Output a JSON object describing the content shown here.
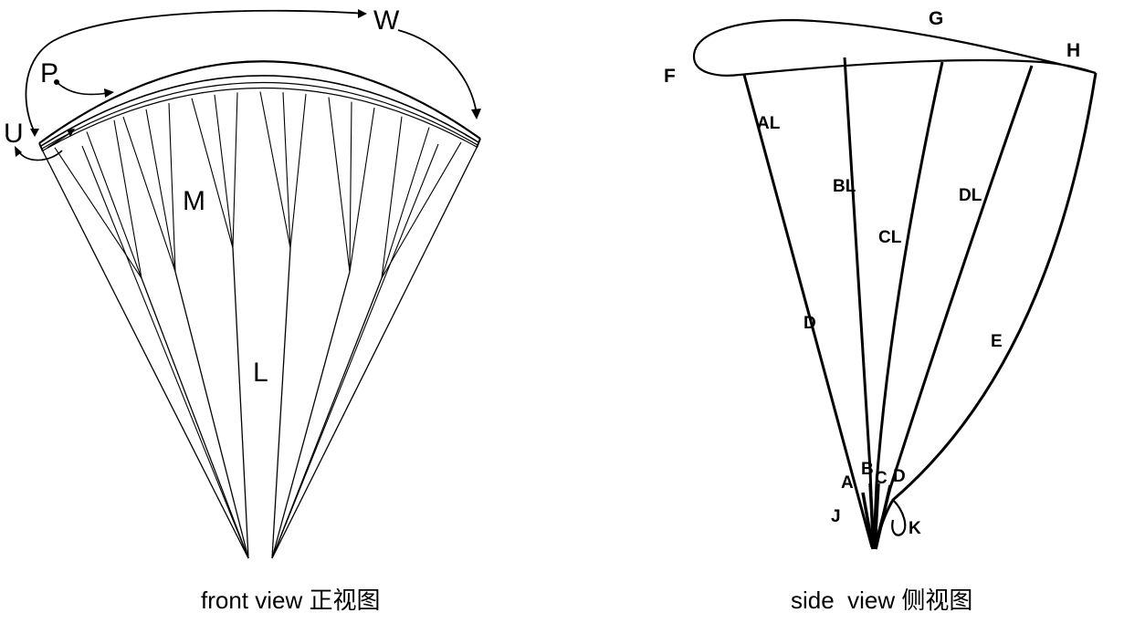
{
  "front_view": {
    "caption": "front view 正视图",
    "labels": {
      "u": "U",
      "p": "P",
      "w": "W",
      "m": "M",
      "l": "L"
    }
  },
  "side_view": {
    "caption": "side  view 侧视图",
    "labels": {
      "f": "F",
      "g": "G",
      "h": "H",
      "al": "AL",
      "bl": "BL",
      "cl": "CL",
      "dl": "DL",
      "d_line": "D",
      "e": "E",
      "a": "A",
      "b": "B",
      "c": "C",
      "d": "D",
      "j": "J",
      "k": "K"
    }
  }
}
